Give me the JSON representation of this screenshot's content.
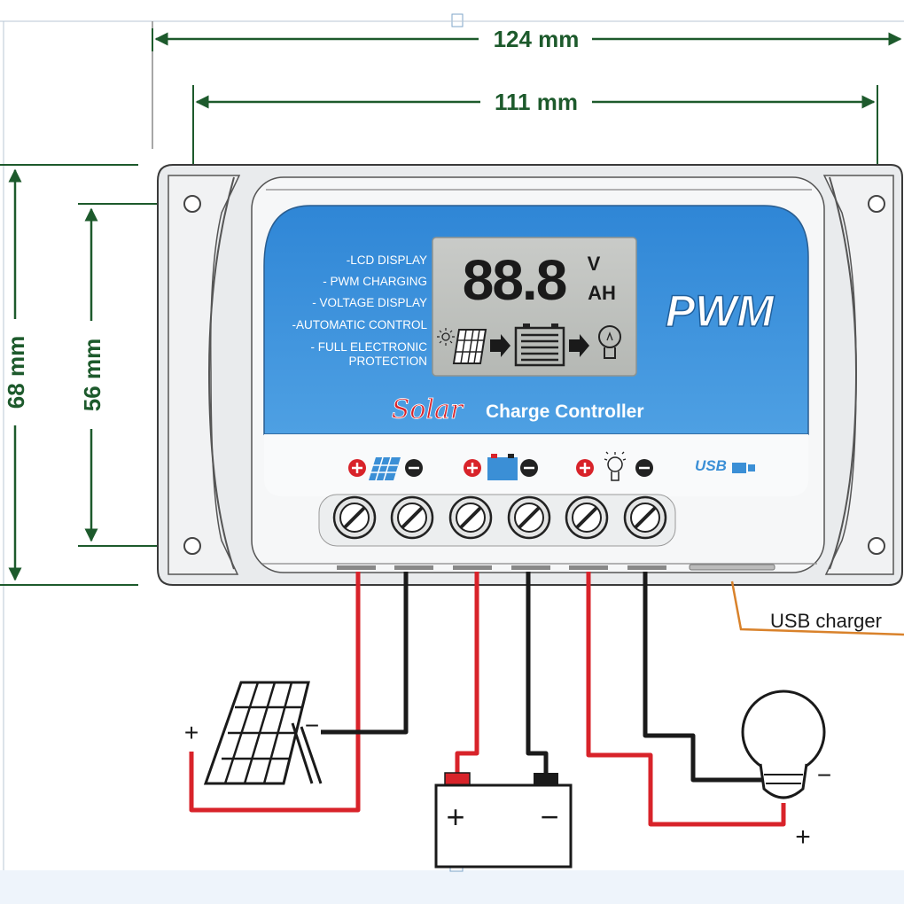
{
  "dimensions": {
    "outer_width": "124 mm",
    "inner_width": "111 mm",
    "outer_height": "68 mm",
    "inner_height": "56 mm"
  },
  "panel": {
    "features": [
      "-LCD DISPLAY",
      "- PWM CHARGING",
      "- VOLTAGE DISPLAY",
      "-AUTOMATIC CONTROL",
      "- FULL ELECTRONIC",
      "PROTECTION"
    ],
    "lcd_digits": "88.8",
    "lcd_unit_v": "V",
    "lcd_unit_ah": "AH",
    "logo": "PWM",
    "title_script": "Solar",
    "title": "Charge Controller",
    "usb_logo": "USB"
  },
  "callout": {
    "usb_charger": "USB charger"
  },
  "polarity": {
    "plus": "+",
    "minus": "−"
  },
  "colors": {
    "panel_blue": "#3b8fd6",
    "dimension_green": "#1d5a2c",
    "wire_red": "#d8232a",
    "wire_black": "#1a1a1a",
    "callout_orange": "#d9822b"
  }
}
